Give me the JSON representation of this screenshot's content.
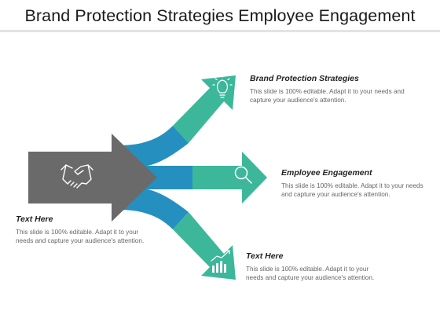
{
  "title": "Brand Protection Strategies Employee Engagement",
  "colors": {
    "gray_arrow": "#6a6a6a",
    "blue": "#2590bf",
    "teal": "#3cb79a",
    "icon_stroke": "#ffffff"
  },
  "icons": {
    "main": "handshake-icon",
    "top": "lightbulb-icon",
    "middle": "magnifier-icon",
    "bottom": "growth-chart-icon"
  },
  "blocks": {
    "brand": {
      "heading": "Brand Protection Strategies",
      "body": "This slide is 100% editable. Adapt it to your needs and capture your audience's attention."
    },
    "employee": {
      "heading": "Employee Engagement",
      "body": "This slide is 100% editable. Adapt it to your needs and capture your audience's attention."
    },
    "left": {
      "heading": "Text Here",
      "body": "This slide is 100% editable. Adapt it to your needs and capture your audience's attention."
    },
    "bottom": {
      "heading": "Text Here",
      "body": "This slide is 100% editable. Adapt it to your needs and capture your audience's attention."
    }
  }
}
